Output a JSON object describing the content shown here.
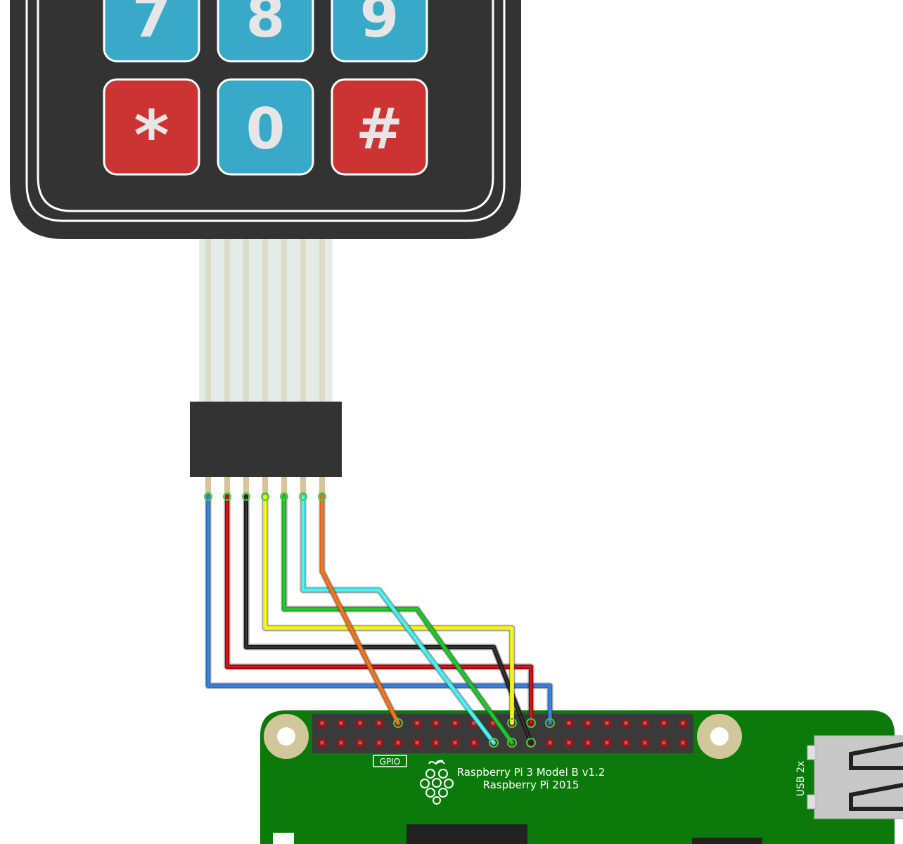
{
  "keypad": {
    "keys": [
      {
        "label": "7",
        "kind": "digit"
      },
      {
        "label": "8",
        "kind": "digit"
      },
      {
        "label": "9",
        "kind": "digit"
      },
      {
        "label": "*",
        "kind": "symbol"
      },
      {
        "label": "0",
        "kind": "digit"
      },
      {
        "label": "#",
        "kind": "symbol"
      }
    ],
    "colors": {
      "body": "#333333",
      "digit_key": "#38a9c8",
      "symbol_key": "#cc3333",
      "ribbon": "#dcdcc8",
      "connector": "#333333"
    }
  },
  "wires": [
    {
      "name": "blue",
      "color": "#2a72c9"
    },
    {
      "name": "red",
      "color": "#b20000"
    },
    {
      "name": "black",
      "color": "#1a1a1a"
    },
    {
      "name": "yellow",
      "color": "#e6e600"
    },
    {
      "name": "green",
      "color": "#12b21f"
    },
    {
      "name": "cyan",
      "color": "#2fe0e0"
    },
    {
      "name": "orange",
      "color": "#e0650f"
    }
  ],
  "board": {
    "gpio_label": "GPIO",
    "model": "Raspberry Pi 3 Model B v1.2",
    "copyright": "Raspberry Pi 2015",
    "usb_label": "USB 2x",
    "colors": {
      "pcb": "#0b7a0b",
      "header": "#3a3a3a",
      "pin": "#8b1a1a",
      "mount_hole": "#d2c79a"
    }
  }
}
